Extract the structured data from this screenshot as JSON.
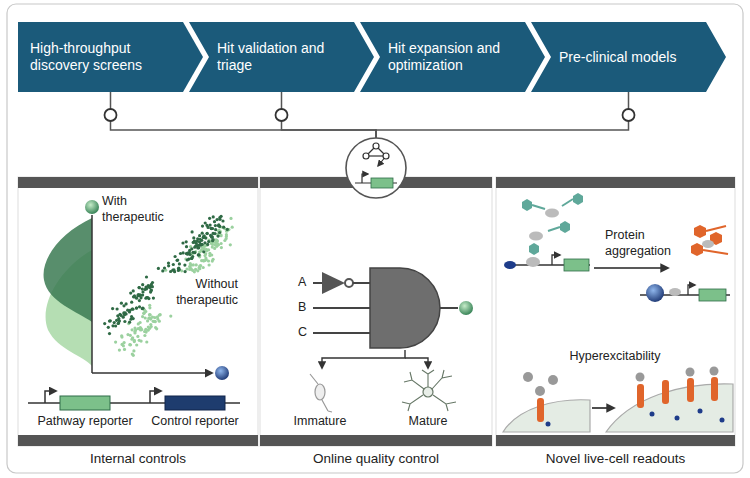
{
  "diagram": {
    "nodes": [
      {
        "text": [
          "High-throughput discovery screens"
        ]
      },
      {
        "text": [
          "Hit validation and triage"
        ]
      },
      {
        "text": [
          "Hit expansion and optimization"
        ]
      },
      {
        "text": [
          "Pre-clinical models"
        ]
      },
      {
        "text": [
          "Internal controls"
        ]
      },
      {
        "text": [
          "Online quality control"
        ]
      },
      {
        "text": [
          "Novel live-cell readouts"
        ]
      }
    ],
    "edges": [
      {
        "from": 0,
        "to": 5,
        "arrow": "none"
      },
      {
        "from": 1,
        "to": 5,
        "arrow": "none"
      },
      {
        "from": 3,
        "to": 5,
        "arrow": "none"
      }
    ],
    "labels": [
      "With therapeutic",
      "Without therapeutic",
      "Pathway reporter",
      "Control reporter",
      "A",
      "B",
      "C",
      "Immature",
      "Mature",
      "Protein aggregation",
      "Hyperexcitability"
    ]
  }
}
